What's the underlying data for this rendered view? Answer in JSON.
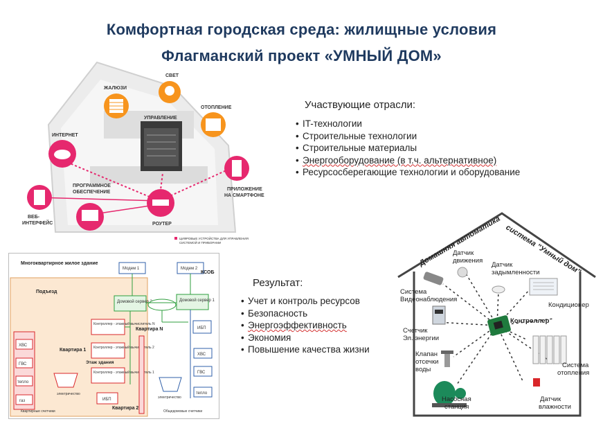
{
  "titles": {
    "line1": "Комфортная  городская  среда:  жилищные  условия",
    "line2": "Флагманский  проект «УМНЫЙ ДОМ»"
  },
  "industries": {
    "heading": "Участвующие отрасли:",
    "items": [
      "IT-технологии",
      "Строительные технологии",
      "Строительные материалы",
      "Энергооборудование (в т.ч. альтернативное)",
      "Ресурсосберегающие технологии и оборудование"
    ]
  },
  "results": {
    "heading": "Результат:",
    "items": [
      "Учет и контроль ресурсов",
      "Безопасность",
      "Энергоэффективность",
      "Экономия",
      "Повышение качества жизни"
    ]
  },
  "house_diagram": {
    "labels": {
      "light": "СВЕТ",
      "blinds": "ЖАЛЮЗИ",
      "heating": "ОТОПЛЕНИЕ",
      "control": "УПРАВЛЕНИЕ",
      "internet": "ИНТЕРНЕТ",
      "software_1": "ПРОГРАММНОЕ",
      "software_2": "ОБЕСПЕЧЕНИЕ",
      "web_1": "ВЕБ-",
      "web_2": "ИНТЕРФЕЙС",
      "router": "РОУТЕР",
      "app_1": "ПРИЛОЖЕНИЕ",
      "app_2": "НА СМАРТФОНЕ",
      "legend_1": "ЦИФРОВЫЕ УСТРОЙСТВА ДЛЯ УПРАВЛЕНИЯ",
      "legend_2": "СИСТЕМОЙ И ПРИБОРАМИ"
    }
  },
  "building_scheme": {
    "title": "Многоквартирное жилое здание",
    "entrance": "Подъезд",
    "apartment_1": "Квартира 1",
    "apartment_n": "Квартира N",
    "apartment_2": "Квартира 2",
    "floor": "Этаж здания",
    "modem_1": "Модем 1",
    "modem_2": "Модем 2",
    "ksob": "КСОБ",
    "server_2": "Домовой сервер 2",
    "server_1": "Домовой сервер 1",
    "ups": "ИБП",
    "controller_n": "Контроллер - этажный вычислитель N",
    "controller_2": "Контроллер - этажный вычислитель 2",
    "controller_1": "Контроллер - этажный вычислитель 1",
    "hvs": "ХВС",
    "gvs": "ГВС",
    "heat": "тепло",
    "gas": "газ",
    "electricity": "электричество",
    "apt_meters": "Квартирные счетчики",
    "common_meters": "Общедомовые счетчики"
  },
  "automation": {
    "roof_left": "Домашняя автоматика",
    "roof_right": "система \"Умный дом\"",
    "controller": "Контроллер",
    "devices": {
      "motion_1": "Датчик",
      "motion_2": "движения",
      "smoke_1": "Датчик",
      "smoke_2": "задымленности",
      "video_1": "Система",
      "video_2": "Видеонаблюдения",
      "ac": "Кондиционер",
      "meter_1": "Счетчик",
      "meter_2": "Эл. энергии",
      "valve_1": "Клапан",
      "valve_2": "отсечки",
      "valve_3": "воды",
      "heating_1": "Система",
      "heating_2": "отопления",
      "pump_1": "Насосная",
      "pump_2": "станция",
      "humidity_1": "Датчик",
      "humidity_2": "влажности"
    }
  },
  "colors": {
    "title": "#1f3a5f",
    "accent_pink": "#e6286e",
    "accent_orange": "#f7941d",
    "green": "#2e9e3e",
    "red": "#d9262a",
    "blue": "#2f5fa8"
  }
}
